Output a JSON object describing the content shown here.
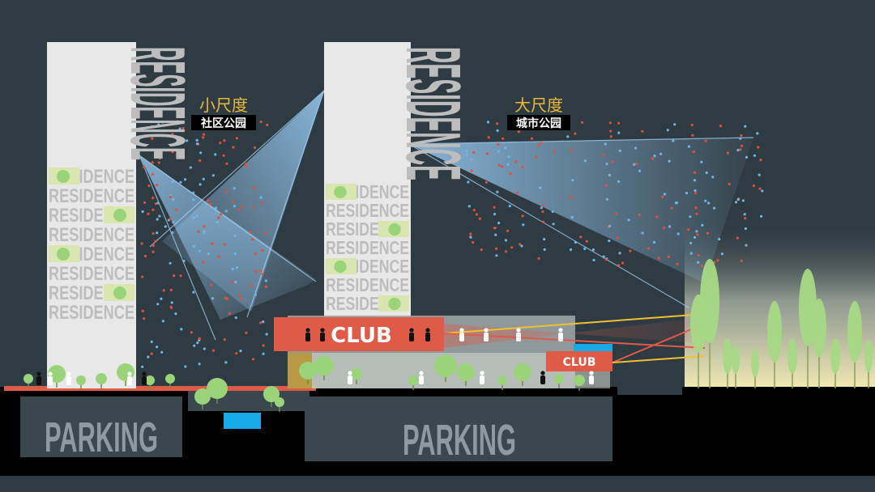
{
  "labels": {
    "residence": "RESIDENCE",
    "club": "CLUB",
    "parking": "PARKING",
    "small_scale_title": "小尺度",
    "small_scale_sub": "社区公园",
    "large_scale_title": "大尺度",
    "large_scale_sub": "城市公园"
  },
  "colors": {
    "background": "#2f3b42",
    "tower": "#e8e8e8",
    "club": "#e05a48",
    "ground": "#000000",
    "parking_block": "#3a474d",
    "accent_text": "#e8b93a",
    "tree": "#9bd37a",
    "dot_red": "#e0503a",
    "dot_blue": "#6fb6e8",
    "water": "#17a9e8"
  },
  "icons": [
    "person-icon",
    "tree-icon"
  ]
}
